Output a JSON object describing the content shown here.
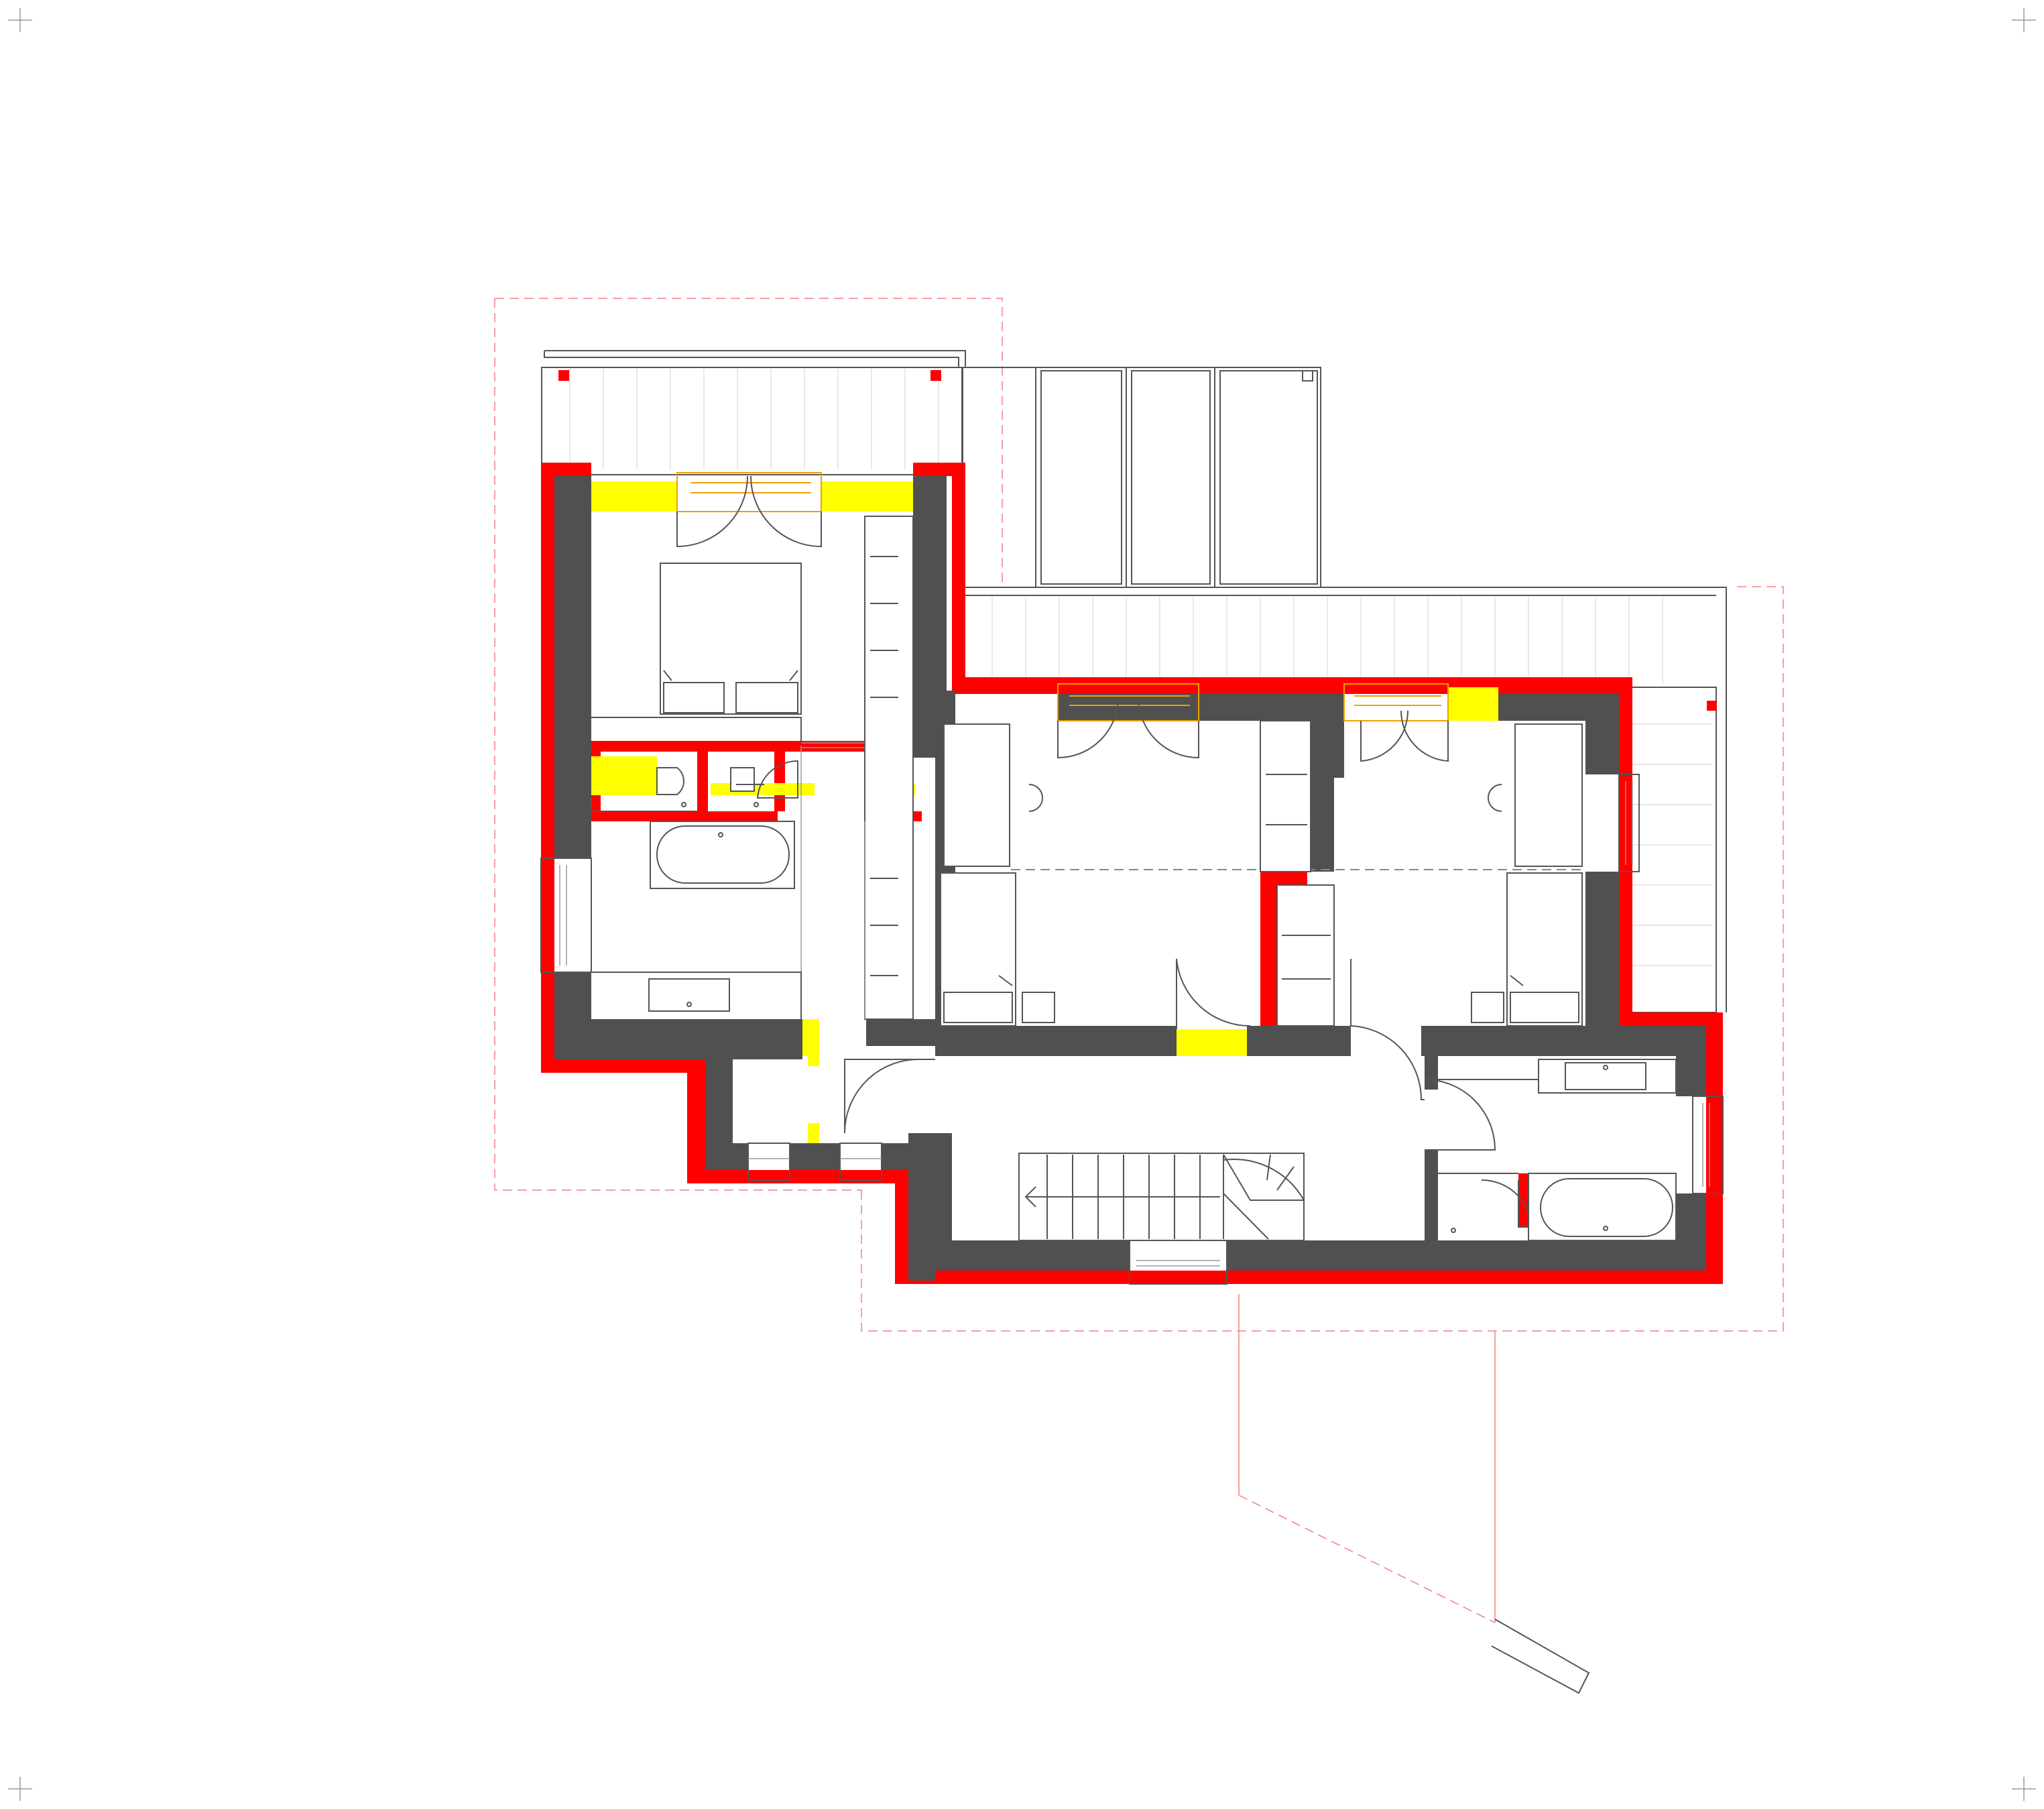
{
  "drawing": {
    "type": "architectural floor plan",
    "level": "upper floor",
    "colors": {
      "existing_wall": "#505050",
      "new_wall": "#ff0000",
      "demolition": "#ffff00",
      "window_frame": "#f0a000",
      "line": "#555555",
      "outline_dashed": "#f08080"
    },
    "rooms": [
      {
        "id": "master-bedroom",
        "fixtures": [
          "double-bed",
          "wardrobe"
        ]
      },
      {
        "id": "ensuite-bath",
        "fixtures": [
          "bathtub",
          "vanity"
        ]
      },
      {
        "id": "wc",
        "fixtures": [
          "toilet",
          "sink"
        ]
      },
      {
        "id": "child-room-left",
        "fixtures": [
          "desk",
          "bed",
          "chair"
        ]
      },
      {
        "id": "child-room-right",
        "fixtures": [
          "desk",
          "bed",
          "chair"
        ]
      },
      {
        "id": "corridor",
        "fixtures": [
          "staircase"
        ]
      },
      {
        "id": "bathroom-south",
        "fixtures": [
          "bathtub",
          "vanity",
          "shower"
        ]
      },
      {
        "id": "terrace-north",
        "fixtures": []
      },
      {
        "id": "balcony-east",
        "fixtures": []
      }
    ]
  }
}
